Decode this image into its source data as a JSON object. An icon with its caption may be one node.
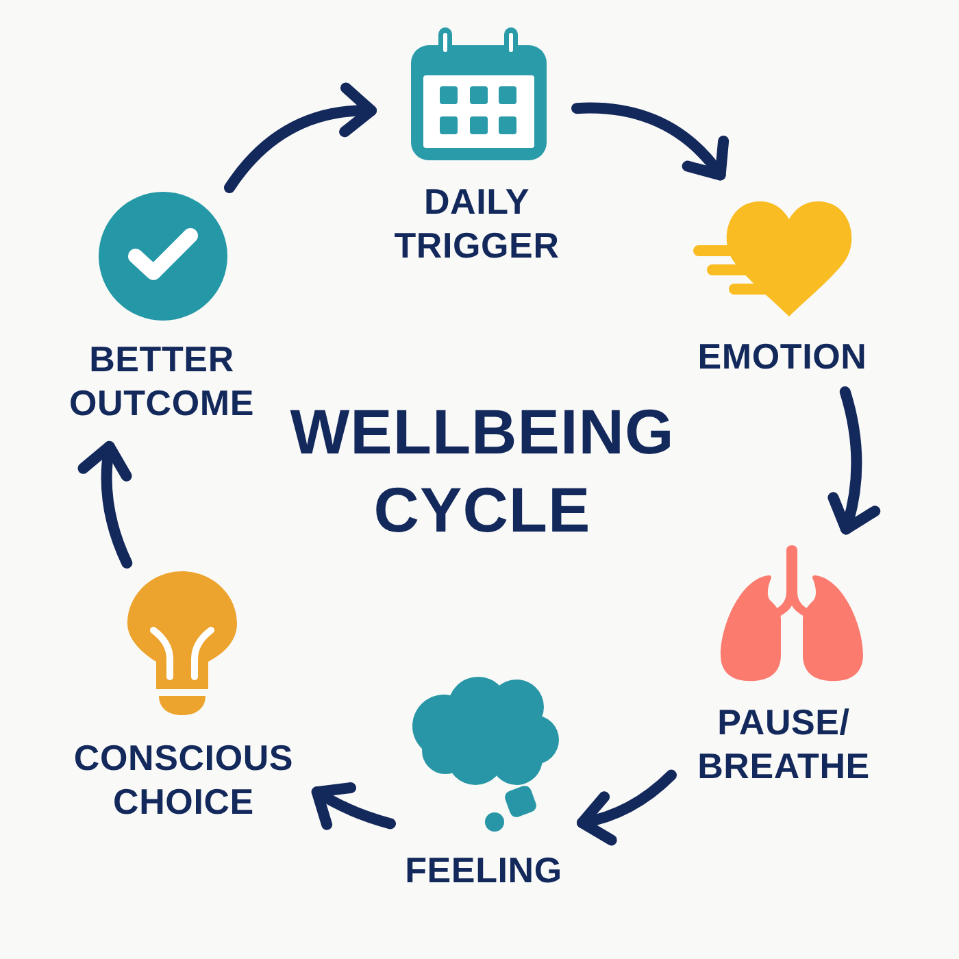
{
  "diagram": {
    "title": "WELLBEING CYCLE",
    "nodes": [
      {
        "text": [
          "DAILY TRIGGER"
        ]
      },
      {
        "text": [
          "EMOTION"
        ]
      },
      {
        "text": [
          "PAUSE/ BREATHE"
        ]
      },
      {
        "text": [
          "FEELING"
        ]
      },
      {
        "text": [
          "CONSCIOUS CHOICE"
        ]
      },
      {
        "text": [
          "BETTER OUTCOME"
        ]
      }
    ],
    "edges": [
      {
        "from": 0,
        "to": 1,
        "arrow": "to"
      },
      {
        "from": 1,
        "to": 2,
        "arrow": "to"
      },
      {
        "from": 2,
        "to": 3,
        "arrow": "to"
      },
      {
        "from": 3,
        "to": 4,
        "arrow": "to"
      },
      {
        "from": 4,
        "to": 5,
        "arrow": "to"
      },
      {
        "from": 5,
        "to": 0,
        "arrow": "to"
      }
    ]
  }
}
